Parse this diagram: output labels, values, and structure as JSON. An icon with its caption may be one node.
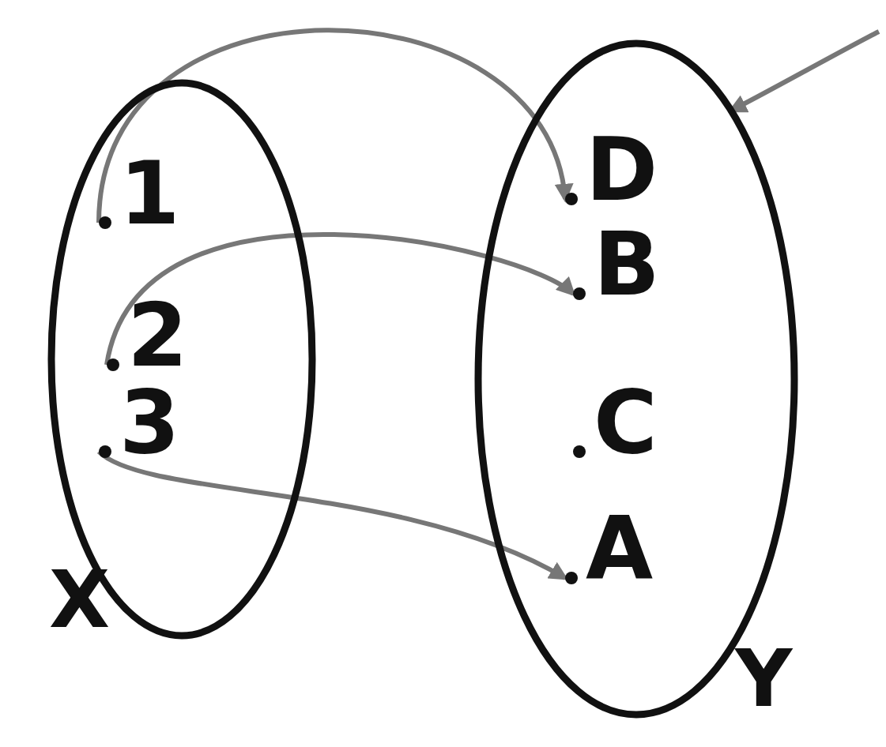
{
  "diagram": {
    "nodes": [
      {
        "text": [
          "X"
        ]
      },
      {
        "text": [
          "1"
        ],
        "in": 0
      },
      {
        "text": [
          "2"
        ],
        "in": 0
      },
      {
        "text": [
          "3"
        ],
        "in": 0
      },
      {
        "text": [
          "Y"
        ]
      },
      {
        "text": [
          "D"
        ],
        "in": 4
      },
      {
        "text": [
          "B"
        ],
        "in": 4
      },
      {
        "text": [
          "C"
        ],
        "in": 4
      },
      {
        "text": [
          "A"
        ],
        "in": 4
      }
    ],
    "edges": [
      {
        "from": 1,
        "to": 5,
        "arrow": "to"
      },
      {
        "from": 2,
        "to": 6,
        "arrow": "to"
      },
      {
        "from": 3,
        "to": 8,
        "arrow": "to"
      },
      {
        "from": null,
        "to": 4,
        "arrow": "to"
      }
    ]
  }
}
